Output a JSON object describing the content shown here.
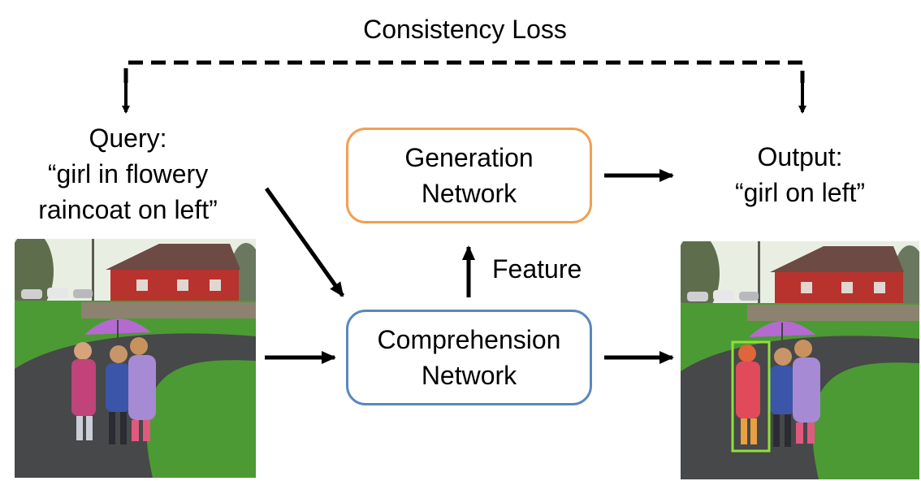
{
  "loss_label": "Consistency Loss",
  "query": {
    "line1": "Query:",
    "line2": "“girl in flowery",
    "line3": "raincoat on left”"
  },
  "output": {
    "line1": "Output:",
    "line2": "“girl on left”"
  },
  "generation_box": {
    "line1": "Generation",
    "line2": "Network",
    "border_color": "#f0a050"
  },
  "comprehension_box": {
    "line1": "Comprehension",
    "line2": "Network",
    "border_color": "#5b87bd"
  },
  "feature_label": "Feature",
  "colors": {
    "detection_box": "#8fe03a",
    "arrow": "#000000"
  }
}
